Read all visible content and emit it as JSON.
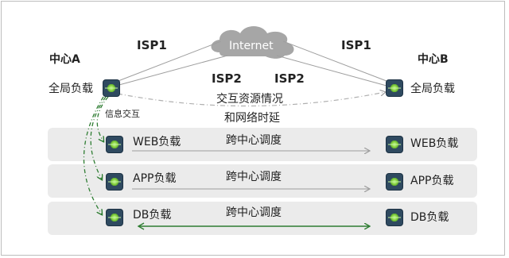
{
  "center_a": {
    "title": "中心A",
    "gslb": "全局负载",
    "info_exchange": "信息交互"
  },
  "center_b": {
    "title": "中心B",
    "gslb": "全局负载"
  },
  "internet": {
    "label": "Internet"
  },
  "isp": {
    "left_top": "ISP1",
    "right_top": "ISP1",
    "left_mid": "ISP2",
    "right_mid": "ISP2"
  },
  "exchange_note": {
    "line1": "交互资源情况",
    "line2": "和网络时延"
  },
  "tiers": [
    {
      "left": "WEB负载",
      "right": "WEB负载",
      "link": "跨中心调度"
    },
    {
      "left": "APP负载",
      "right": "APP负载",
      "link": "跨中心调度"
    },
    {
      "left": "DB负载",
      "right": "DB负载",
      "link": "跨中心调度"
    }
  ],
  "colors": {
    "band": "#ebebeb",
    "cloud": "#a6a6a6",
    "dash_green": "#2e7d32",
    "db_line": "#2e7d32",
    "gray_line": "#9e9e9e",
    "icon": "#2f4a60"
  }
}
